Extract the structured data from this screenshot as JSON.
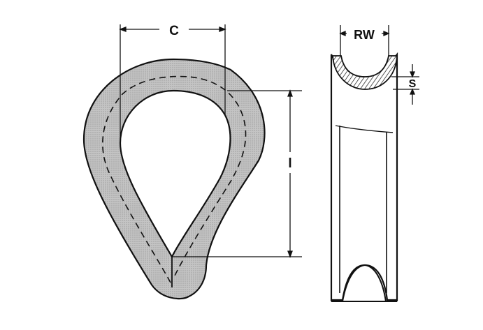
{
  "labels": {
    "c": "C",
    "rw": "RW",
    "s": "S",
    "l": "l"
  },
  "colors": {
    "ink": "#111111",
    "shade": "#c8c8c8",
    "background": "#ffffff"
  }
}
